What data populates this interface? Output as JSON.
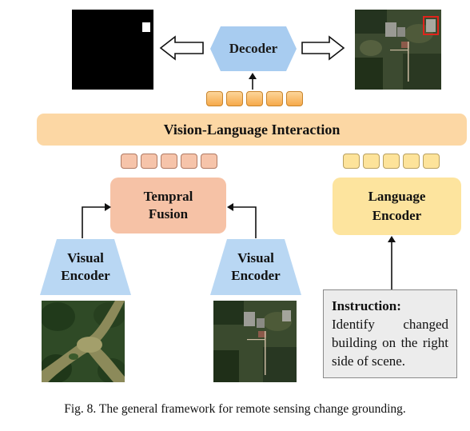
{
  "decoder_label": "Decoder",
  "vli_label": "Vision-Language Interaction",
  "fusion_label_line1": "Tempral",
  "fusion_label_line2": "Fusion",
  "language_encoder_line1": "Language",
  "language_encoder_line2": "Encoder",
  "visual_encoder_line1": "Visual",
  "visual_encoder_line2": "Encoder",
  "instruction_title": "Instruction:",
  "instruction_text": "Identify changed building on the right side of scene.",
  "caption": "Fig. 8.  The general framework for remote sensing change grounding.",
  "colors": {
    "decoder": "#a8ccf0",
    "encoder": "#b9d7f3",
    "interaction": "#fcd7a4",
    "fusion": "#f6c2a6",
    "language_encoder": "#fde49e",
    "highlight_box": "#e0241c"
  }
}
